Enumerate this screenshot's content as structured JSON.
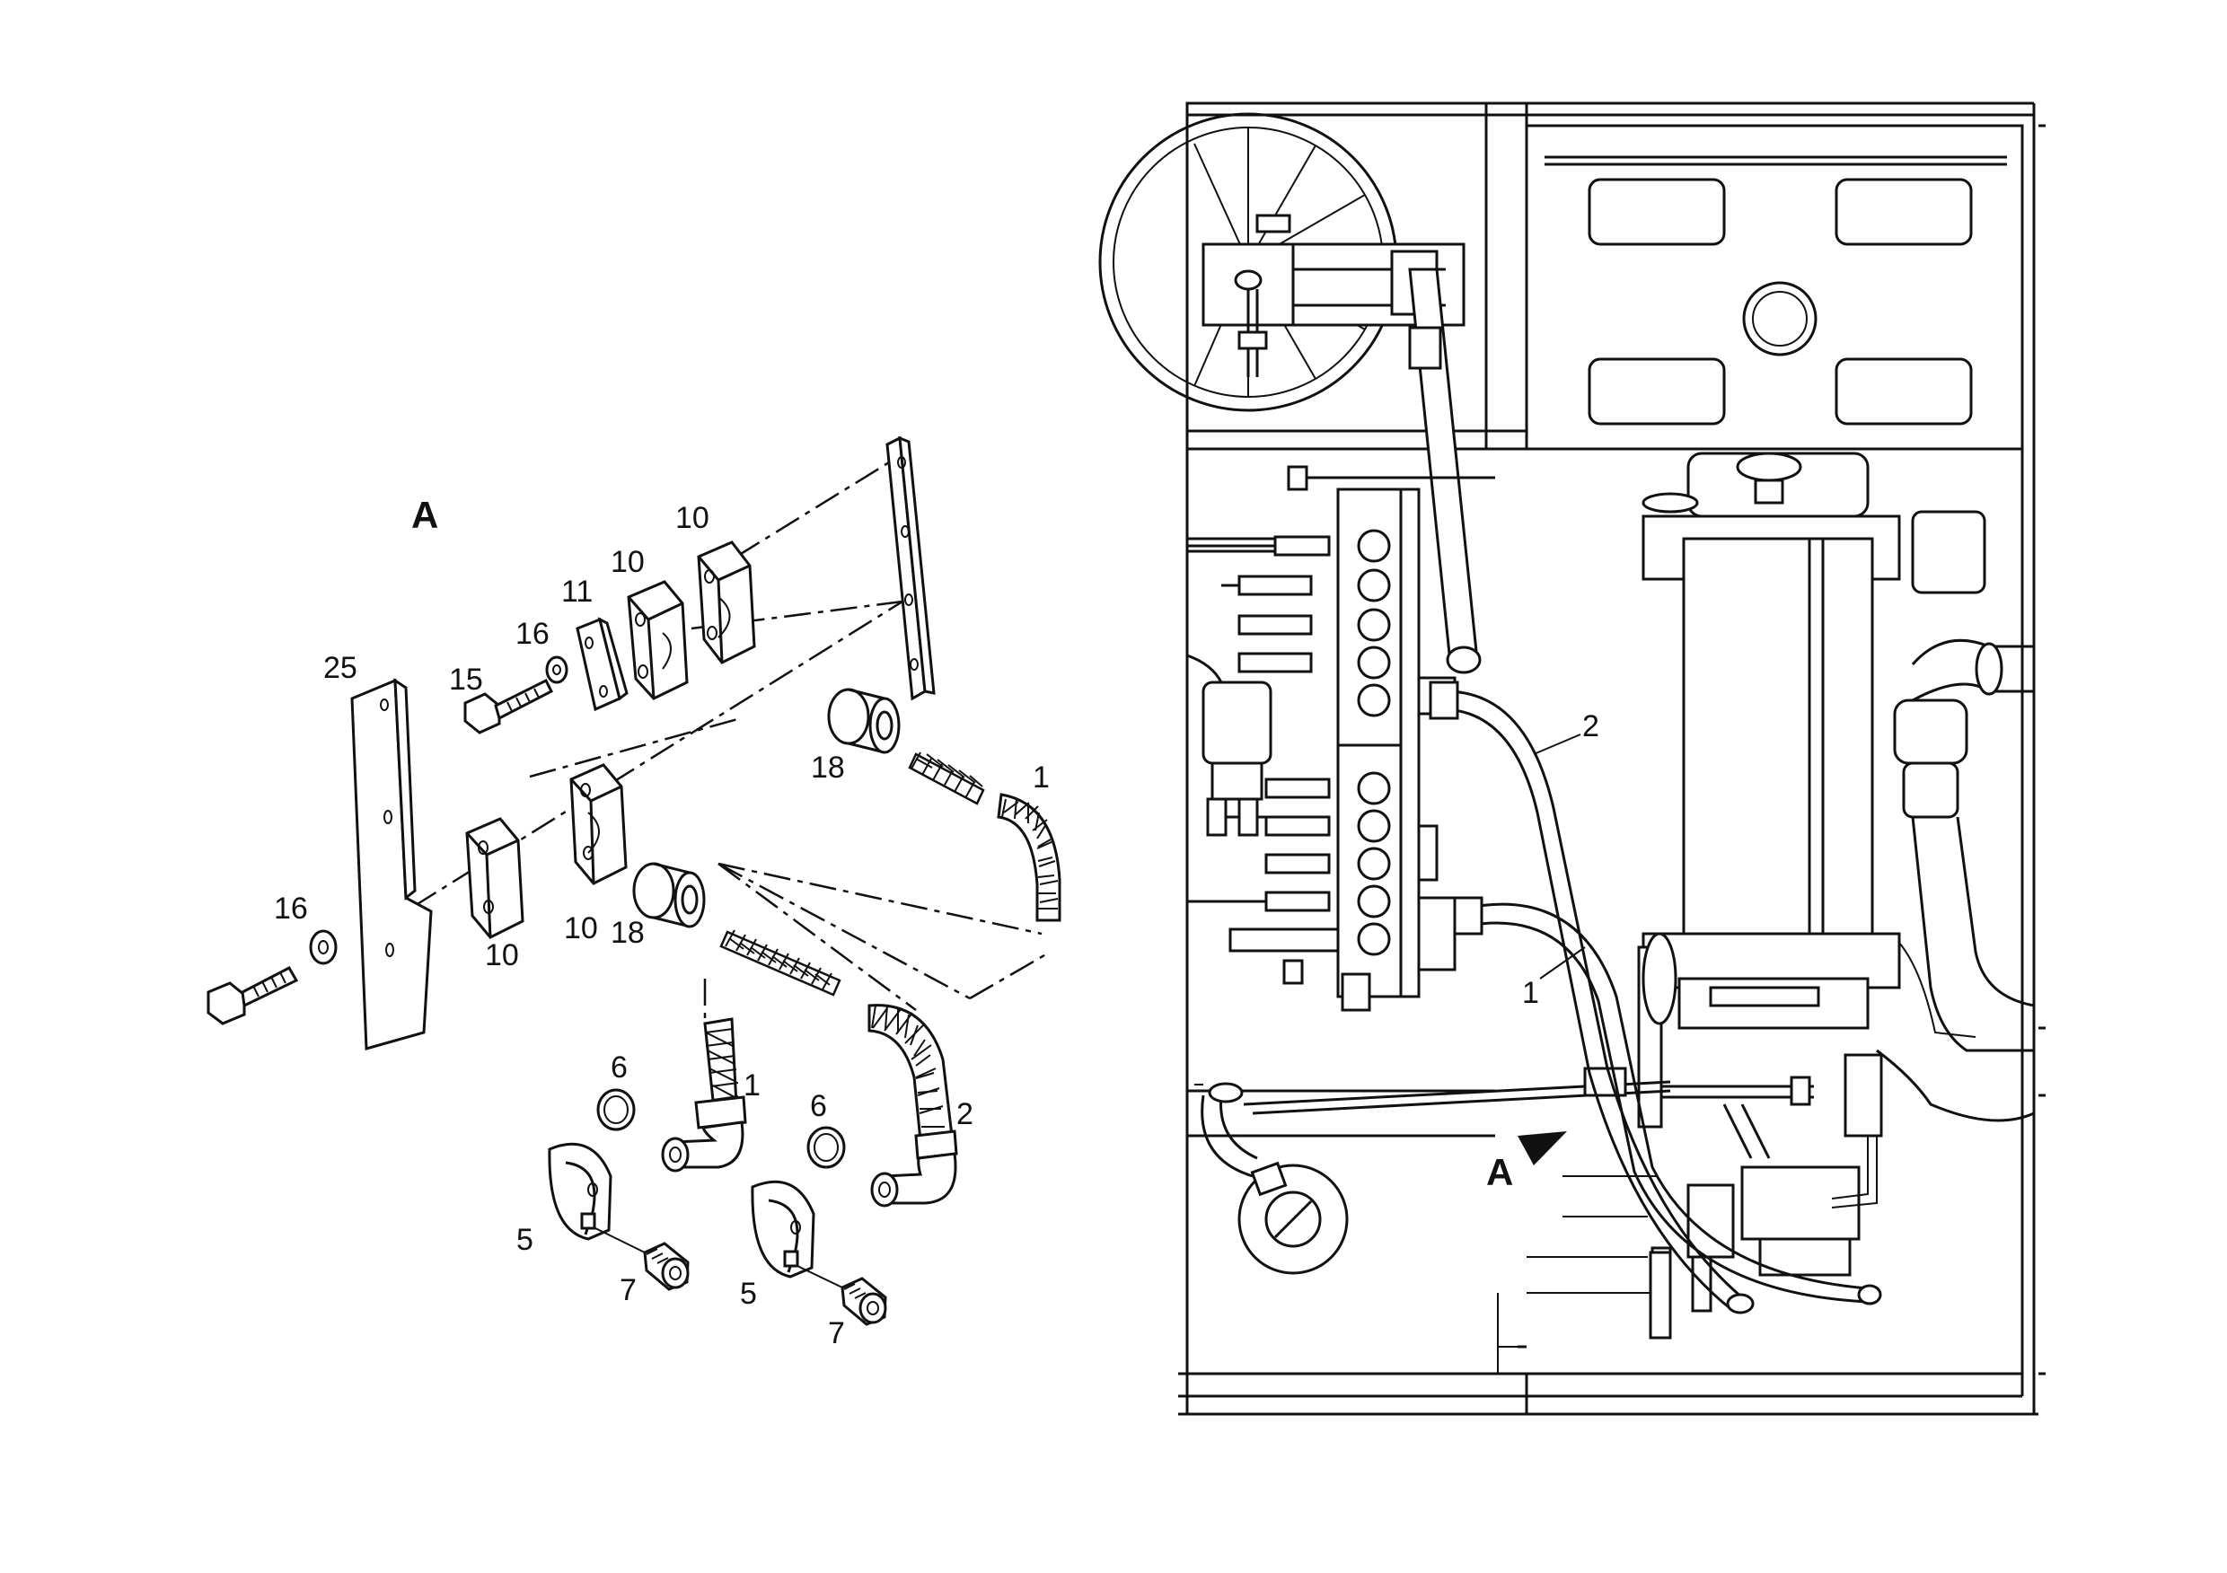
{
  "left_view": {
    "view_label": "A",
    "callouts": {
      "bar": "25",
      "bolt_top": "15",
      "washer_top": "16",
      "plate": "11",
      "block_a": "10",
      "block_b": "10",
      "block_c": "10",
      "block_d": "10",
      "bushing_top": "18",
      "bushing_bottom": "18",
      "hose_top": "1",
      "washer_bottom": "16",
      "oring_left": "6",
      "oring_right": "6",
      "hose_left": "1",
      "hose_right": "2",
      "clamp_left": "5",
      "clamp_right": "5",
      "screw_left": "7",
      "screw_right": "7"
    }
  },
  "right_view": {
    "callouts": {
      "hose_2": "2",
      "hose_1": "1",
      "view_marker": "A"
    }
  }
}
